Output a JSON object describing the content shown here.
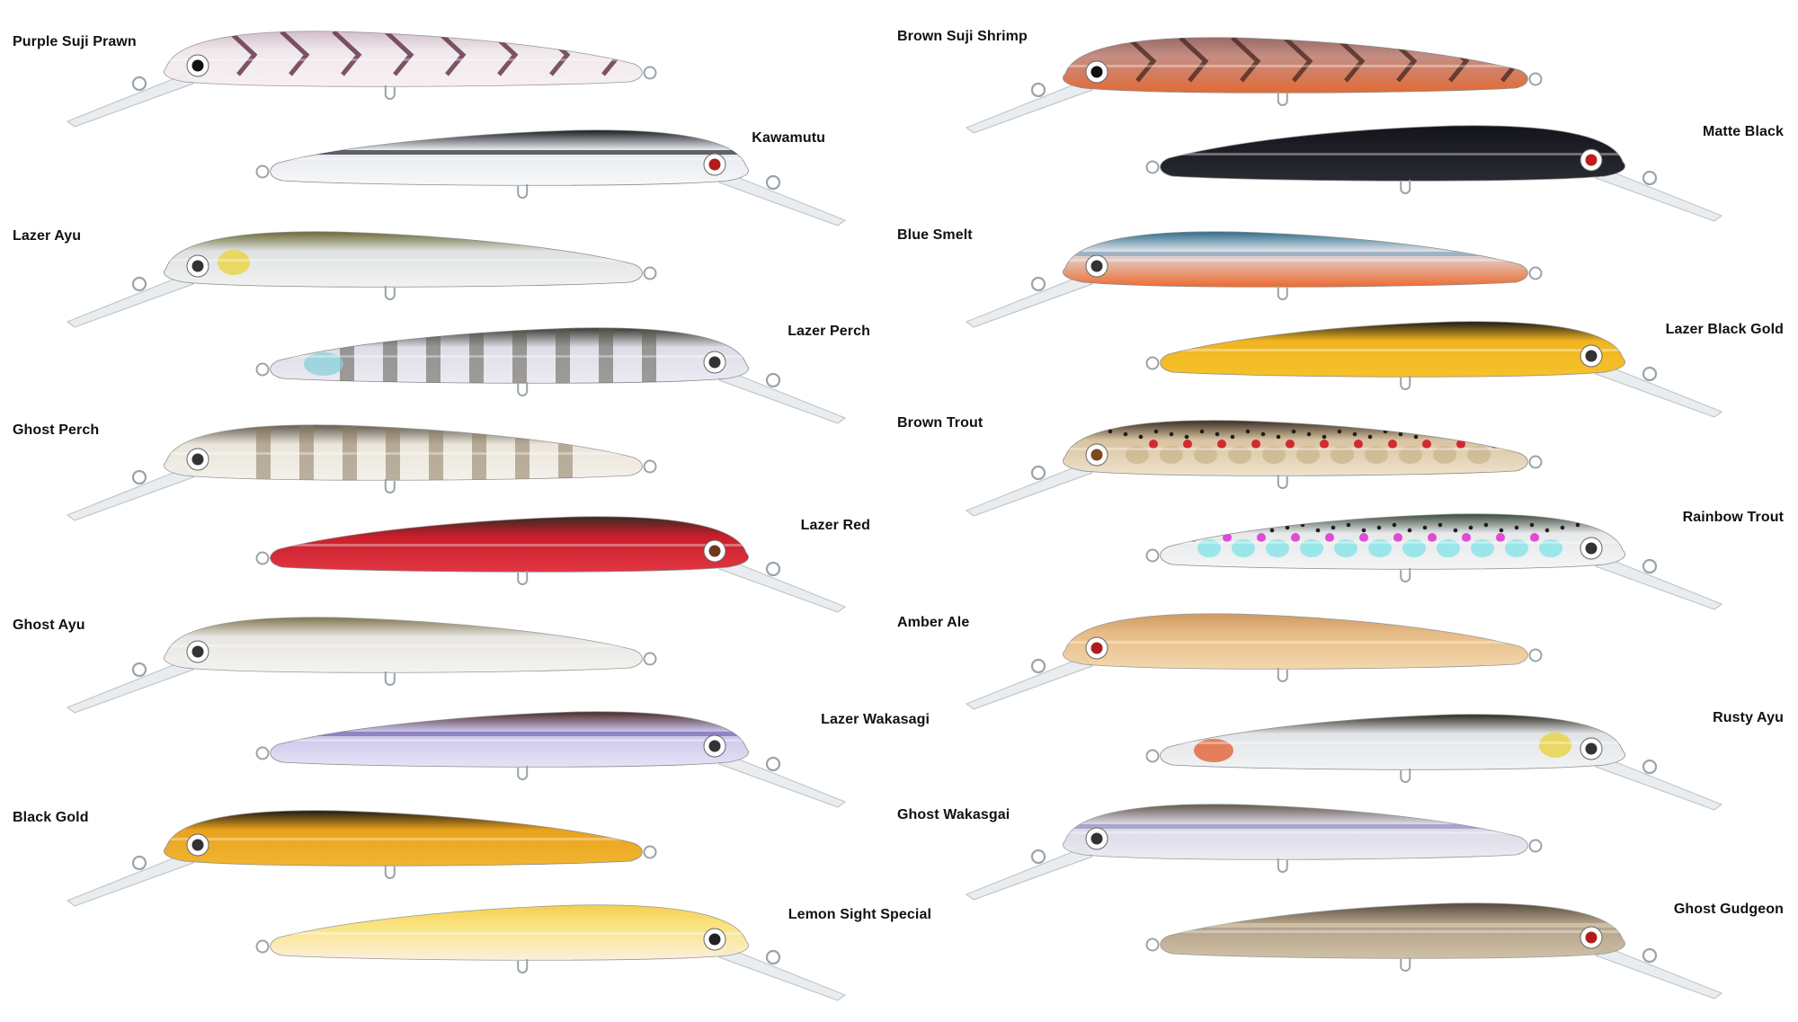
{
  "lures": [
    {
      "name": "Purple Suji Prawn",
      "body": "#eee6ea",
      "back": "#cdb6c4",
      "belly": "#f6eef2",
      "pattern": "chevrons",
      "pattern_color": "#5e2c41",
      "eye": "#111111",
      "translucent": true
    },
    {
      "name": "Kawamutu",
      "body": "#e4e7ec",
      "back": "#1a1c20",
      "belly": "#f7f8fa",
      "pattern": "stripe",
      "pattern_color": "#30343a",
      "eye": "#b11c1c"
    },
    {
      "name": "Lazer Ayu",
      "body": "#dfe1e2",
      "back": "#6b6a34",
      "belly": "#f1f2f2",
      "pattern": "spot",
      "pattern_color": "#e9d54a",
      "eye": "#333333"
    },
    {
      "name": "Lazer Perch",
      "body": "#dcdde6",
      "back": "#3c3a34",
      "belly": "#ecebf3",
      "pattern": "bars",
      "pattern_color": "#5d5a4f",
      "eye": "#333333",
      "accent": "#8ad0d8"
    },
    {
      "name": "Ghost Perch",
      "body": "#e8e2d6",
      "back": "#50463a",
      "belly": "#f2efe8",
      "pattern": "bars",
      "pattern_color": "#8b7a5e",
      "eye": "#333333",
      "translucent": true
    },
    {
      "name": "Lazer Red",
      "body": "#c81e2b",
      "back": "#3a2a22",
      "belly": "#e23542",
      "pattern": "none",
      "pattern_color": "#c81e2b",
      "eye": "#6b3a1e"
    },
    {
      "name": "Ghost Ayu",
      "body": "#e5e3df",
      "back": "#6f6235",
      "belly": "#f3f2f0",
      "pattern": "none",
      "pattern_color": "#e3d27a",
      "eye": "#333333",
      "translucent": true
    },
    {
      "name": "Lazer Wakasagi",
      "body": "#c7c2ea",
      "back": "#4b2a24",
      "belly": "#e6e3f6",
      "pattern": "stripe",
      "pattern_color": "#7a6fb4",
      "eye": "#333333"
    },
    {
      "name": "Black Gold",
      "body": "#e9a21c",
      "back": "#1d1a15",
      "belly": "#f1b532",
      "pattern": "none",
      "pattern_color": "#f1b532",
      "eye": "#333333"
    },
    {
      "name": "Lemon Sight Special",
      "body": "#fbe06c",
      "back": "#f3c73b",
      "belly": "#fbeed9",
      "pattern": "none",
      "pattern_color": "#f6d24c",
      "eye": "#222222",
      "translucent": true
    },
    {
      "name": "Brown Suji Shrimp",
      "body": "#c58e83",
      "back": "#9a6b66",
      "belly": "#e26b35",
      "pattern": "chevrons",
      "pattern_color": "#4d2a24",
      "eye": "#111111"
    },
    {
      "name": "Matte Black",
      "body": "#1c1d24",
      "back": "#14151b",
      "belly": "#282a31",
      "pattern": "none",
      "pattern_color": "#1c1d24",
      "eye": "#c01c1c"
    },
    {
      "name": "Blue Smelt",
      "body": "#dde2e8",
      "back": "#2e6c8c",
      "belly": "#ee6a30",
      "pattern": "stripe",
      "pattern_color": "#8aa6bb",
      "eye": "#333333"
    },
    {
      "name": "Lazer Black Gold",
      "body": "#f1b521",
      "back": "#1d1a15",
      "belly": "#f6c12a",
      "pattern": "none",
      "pattern_color": "#f6c12a",
      "eye": "#333333"
    },
    {
      "name": "Brown Trout",
      "body": "#d8c3a0",
      "back": "#3a2e23",
      "belly": "#efe3cc",
      "pattern": "spots",
      "pattern_color": "#d02a33",
      "eye": "#7a4a1e"
    },
    {
      "name": "Rainbow Trout",
      "body": "#e6e8ea",
      "back": "#3b4a3c",
      "belly": "#f4f5f6",
      "pattern": "spots",
      "pattern_color": "#e14ad3",
      "eye": "#333333",
      "accent": "#7fe3e6"
    },
    {
      "name": "Amber Ale",
      "body": "#e3b376",
      "back": "#c88d4c",
      "belly": "#f2d3a3",
      "pattern": "none",
      "pattern_color": "#e3b376",
      "eye": "#b01d1d",
      "translucent": true
    },
    {
      "name": "Rusty Ayu",
      "body": "#e1e4e7",
      "back": "#2f2a1e",
      "belly": "#f2f3f4",
      "pattern": "spot",
      "pattern_color": "#e9d54a",
      "eye": "#333333",
      "accent": "#e25a2a"
    },
    {
      "name": "Ghost Wakasgai",
      "body": "#d3d2e2",
      "back": "#4e4131",
      "belly": "#ebe9f1",
      "pattern": "stripe",
      "pattern_color": "#9a93c2",
      "eye": "#333333",
      "translucent": true
    },
    {
      "name": "Ghost Gudgeon",
      "body": "#a69274",
      "back": "#3a3022",
      "belly": "#cab89a",
      "pattern": "stripe",
      "pattern_color": "#d7c9ae",
      "eye": "#b11c1c",
      "translucent": true
    }
  ]
}
